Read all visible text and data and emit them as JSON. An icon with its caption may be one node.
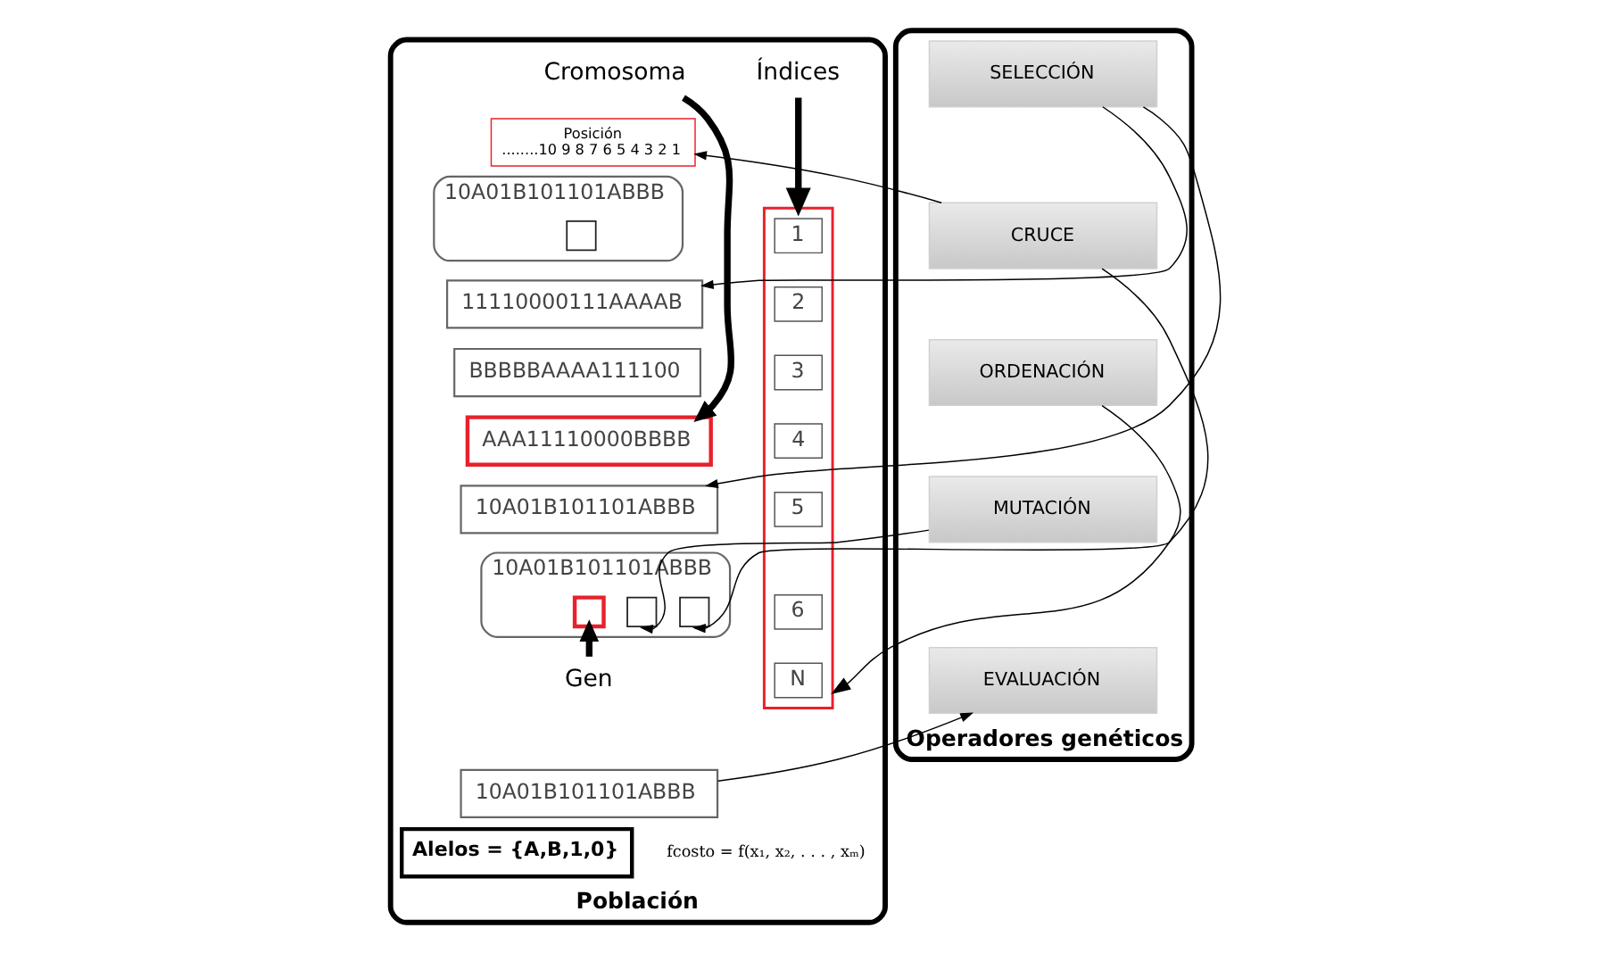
{
  "diagram": {
    "nodes": [
      {
        "text": [
          "Población"
        ]
      },
      {
        "text": [
          "Índices"
        ],
        "in": 0
      },
      {
        "text": [],
        "shape": "box",
        "in": 0
      },
      {
        "text": [
          "1"
        ],
        "in": 2
      },
      {
        "text": [
          "2"
        ],
        "in": 2
      },
      {
        "text": [
          "3"
        ],
        "in": 2
      },
      {
        "text": [
          "4"
        ],
        "in": 2
      },
      {
        "text": [
          "5"
        ],
        "in": 2
      },
      {
        "text": [
          "6"
        ],
        "in": 2
      },
      {
        "text": [
          "N"
        ],
        "in": 2
      },
      {
        "text": [
          "Posición",
          "........10 9 8 7 6 5 4 3 2 1"
        ],
        "in": 0
      },
      {
        "text": [
          "10A01B101101ABBB"
        ],
        "in": 0
      },
      {
        "text": [],
        "shape": "box",
        "in": 11
      },
      {
        "text": [
          "11110000111AAAAB"
        ],
        "in": 0
      },
      {
        "text": [
          "BBBBBAAAA111100"
        ],
        "in": 0
      },
      {
        "text": [
          "AAA11110000BBBB"
        ],
        "in": 0
      },
      {
        "text": [
          "10A01B101101ABBB"
        ],
        "in": 0
      },
      {
        "text": [
          "10A01B101101ABBB"
        ],
        "in": 0
      },
      {
        "text": [],
        "shape": "box",
        "in": 17
      },
      {
        "text": [],
        "shape": "box",
        "in": 17
      },
      {
        "text": [],
        "shape": "box",
        "in": 17
      },
      {
        "text": [
          "Gen"
        ],
        "in": 0
      },
      {
        "text": [
          "Cromosoma"
        ],
        "in": 0
      },
      {
        "text": [
          "10A01B101101ABBB"
        ],
        "in": 0
      },
      {
        "text": [
          "Alelos = {A,B,1,0}"
        ],
        "in": 0
      },
      {
        "text": [
          "Operadores genéticos"
        ]
      },
      {
        "text": [
          "SELECCIÓN"
        ],
        "in": 25
      },
      {
        "text": [
          "CRUCE"
        ],
        "in": 25
      },
      {
        "text": [
          "ORDENACIÓN"
        ],
        "in": 25
      },
      {
        "text": [
          "MUTACIÓN"
        ],
        "in": 25
      },
      {
        "text": [
          "EVALUACIÓN"
        ],
        "in": 25
      }
    ],
    "edges": [
      {
        "from": 1,
        "to": 2,
        "arrow": "to",
        "style": "thick"
      },
      {
        "from": 21,
        "to": 18,
        "arrow": "to",
        "style": "thick"
      },
      {
        "from": 22,
        "to": 15,
        "arrow": "to",
        "style": "thick"
      },
      {
        "from": 26,
        "to": 13,
        "arrow": "to"
      },
      {
        "from": 26,
        "to": 16,
        "arrow": "to"
      },
      {
        "from": 27,
        "to": 10,
        "arrow": "to"
      },
      {
        "from": 27,
        "to": 20,
        "arrow": "to"
      },
      {
        "from": 28,
        "to": 2,
        "arrow": "to"
      },
      {
        "from": 29,
        "to": 19,
        "arrow": "to"
      },
      {
        "from": 23,
        "to": 30,
        "arrow": "to"
      }
    ],
    "labels": [
      "fcosto = f(x₁, x₂, . . . , xₘ)"
    ]
  }
}
